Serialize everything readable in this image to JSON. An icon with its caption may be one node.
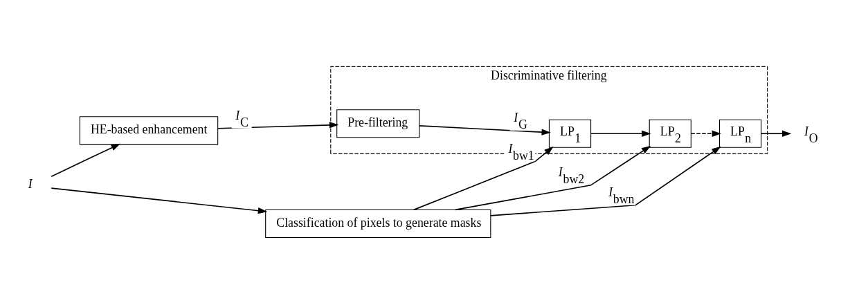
{
  "diagram": {
    "nodes": [
      {
        "text": [
          "*I*"
        ]
      },
      {
        "text": [
          "HE-based enhancement"
        ]
      },
      {
        "text": [
          "Discriminative filtering"
        ]
      },
      {
        "text": [
          "Pre-filtering"
        ],
        "in": 2
      },
      {
        "text": [
          "LP$_{1}$"
        ],
        "in": 2
      },
      {
        "text": [
          "LP$_{2}$"
        ],
        "in": 2
      },
      {
        "text": [
          "LP$_{n}$"
        ],
        "in": 2
      },
      {
        "text": [
          "Classification of pixels to generate masks"
        ]
      },
      {
        "text": [
          "*I*$_{O}$"
        ]
      }
    ],
    "edges": [
      {
        "from": 0,
        "to": 1,
        "arrow": "to"
      },
      {
        "from": 0,
        "to": 7,
        "arrow": "to"
      },
      {
        "from": 1,
        "to": 3,
        "arrow": "to",
        "label": "*I*$_{C}$"
      },
      {
        "from": 3,
        "to": 4,
        "arrow": "to",
        "label": "*I*$_{G}$"
      },
      {
        "from": 4,
        "to": 5,
        "arrow": "to"
      },
      {
        "from": 5,
        "to": 6,
        "arrow": "to",
        "style": "dashed"
      },
      {
        "from": 6,
        "to": 8,
        "arrow": "to"
      },
      {
        "from": 7,
        "to": 4,
        "arrow": "to",
        "label": "*I*$_{bw1}$"
      },
      {
        "from": 7,
        "to": 5,
        "arrow": "to",
        "label": "*I*$_{bw2}$"
      },
      {
        "from": 7,
        "to": 6,
        "arrow": "to",
        "label": "*I*$_{bwn}$"
      }
    ]
  }
}
